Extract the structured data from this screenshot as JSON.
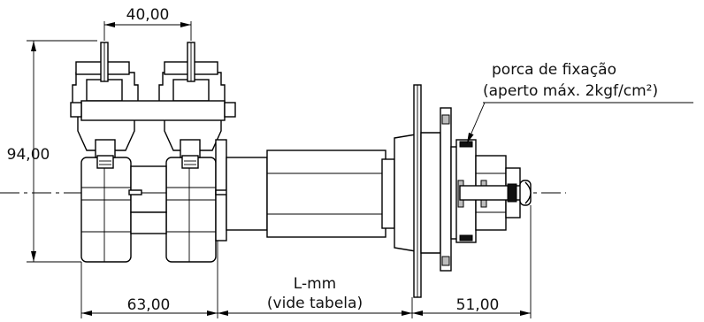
{
  "dimensions": {
    "top_width": "40,00",
    "height": "94,00",
    "pump_length": "63,00",
    "shaft_length_line1": "L-mm",
    "shaft_length_line2": "(vide tabela)",
    "end_length": "51,00"
  },
  "notes": {
    "nut_line1": "porca de fixação",
    "nut_line2": "(aperto máx. 2kgf/cm²)"
  }
}
